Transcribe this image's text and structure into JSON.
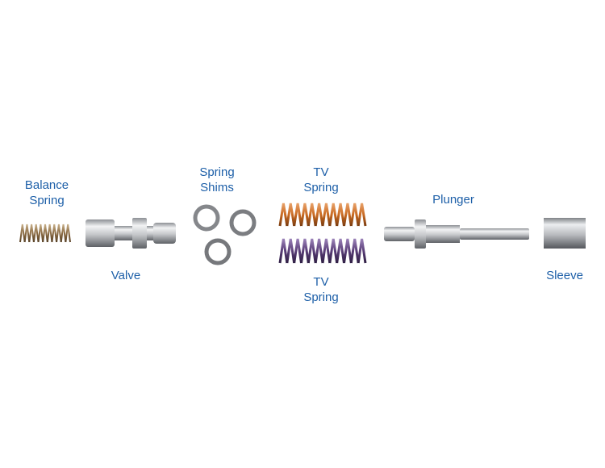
{
  "labels": {
    "balance_spring": [
      "Balance",
      "Spring"
    ],
    "valve": "Valve",
    "spring_shims": [
      "Spring",
      "Shims"
    ],
    "tv_spring_top": [
      "TV",
      "Spring"
    ],
    "tv_spring_bottom": [
      "TV",
      "Spring"
    ],
    "plunger": "Plunger",
    "sleeve": "Sleeve"
  },
  "colors": {
    "label_text": "#1d5fa8",
    "balance_spring": "#8a6a42",
    "tv_spring_orange": "#c96a22",
    "tv_spring_purple": "#5a3e78",
    "metal_light": "#e2e3e5",
    "metal_dark": "#6e7176",
    "shim": "#7d7f83"
  }
}
